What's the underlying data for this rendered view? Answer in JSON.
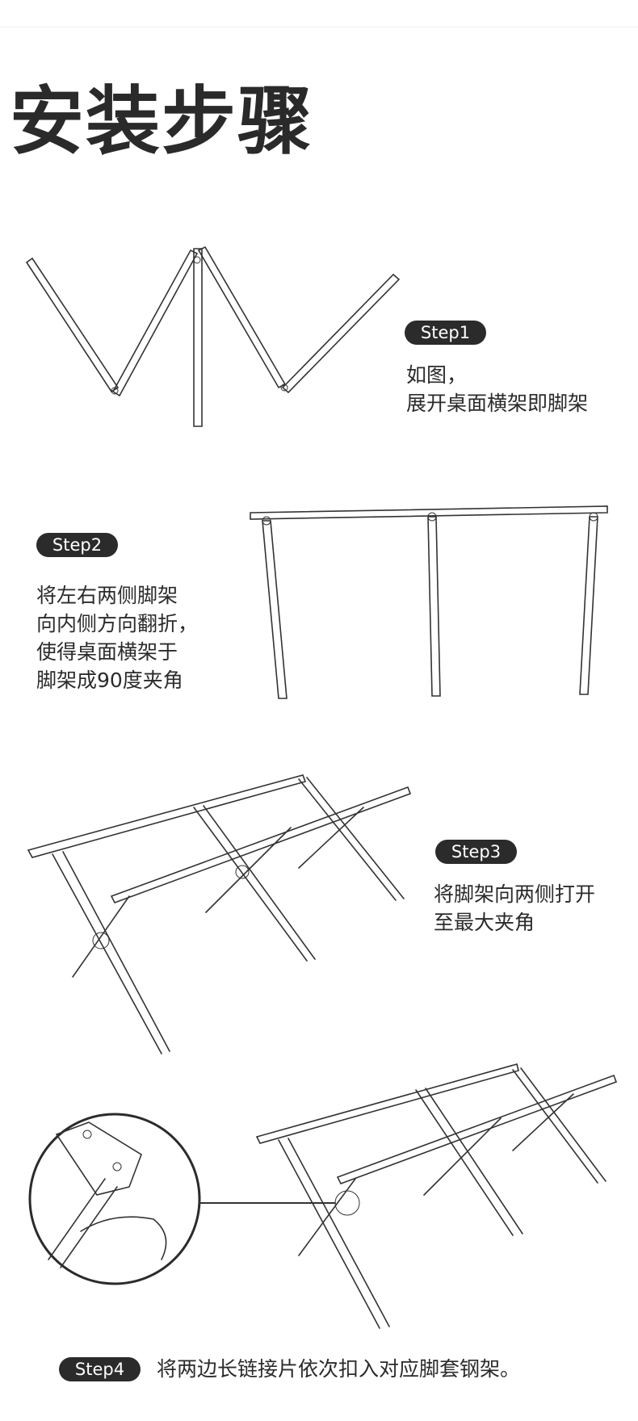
{
  "title": "安装步骤",
  "steps": [
    {
      "label": "Step1",
      "lines": [
        "如图，",
        "展开桌面横架即脚架"
      ]
    },
    {
      "label": "Step2",
      "lines": [
        "将左右两侧脚架",
        "向内侧方向翻折，",
        "使得桌面横架于",
        "脚架成90度夹角"
      ]
    },
    {
      "label": "Step3",
      "lines": [
        "将脚架向两侧打开",
        "至最大夹角"
      ]
    },
    {
      "label": "Step4",
      "lines": [
        "将两边长链接片依次扣入对应脚套钢架。"
      ]
    }
  ]
}
